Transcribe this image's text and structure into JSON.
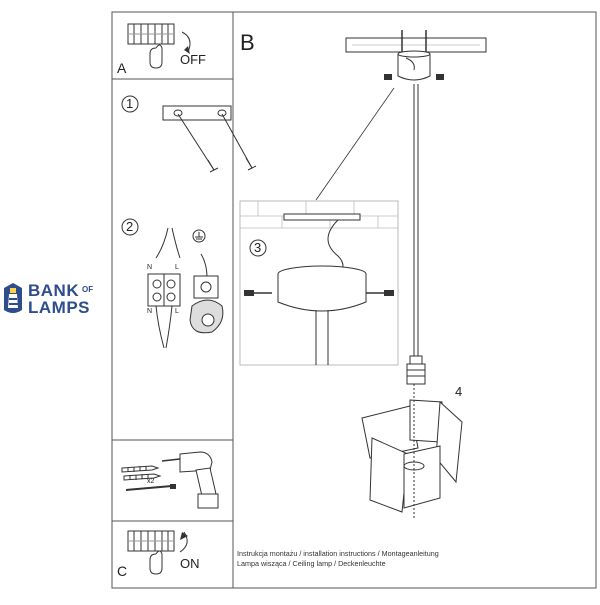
{
  "panels": {
    "a": {
      "letter": "A",
      "switch_state": "OFF"
    },
    "b": {
      "letter": "B"
    },
    "c": {
      "letter": "C",
      "switch_state": "ON"
    }
  },
  "steps": [
    "1",
    "2",
    "3",
    "4"
  ],
  "terminal_labels": {
    "neutral": "N",
    "live": "L"
  },
  "mounting_kit": {
    "quantity": "x2"
  },
  "logo": {
    "line1": "BANK",
    "superscript": "OF",
    "line2": "LAMPS",
    "brand_color": "#2e4d8c"
  },
  "footer": {
    "line1": "Instrukcja montażu / installation instructions / Montageanleitung",
    "line2": "Lampa wisząca / Ceiling lamp / Deckenleuchte"
  },
  "colors": {
    "line": "#333333",
    "frame": "#555555",
    "logo": "#2e4d8c"
  }
}
